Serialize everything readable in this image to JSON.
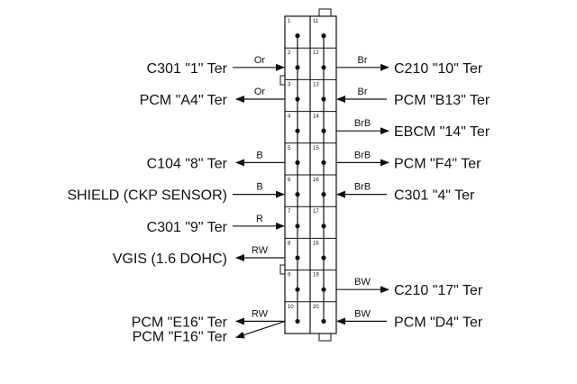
{
  "connector": {
    "left_pins": [
      "1",
      "2",
      "3",
      "4",
      "5",
      "6",
      "7",
      "8",
      "9",
      "10"
    ],
    "right_pins": [
      "11",
      "12",
      "13",
      "14",
      "15",
      "16",
      "17",
      "18",
      "19",
      "20"
    ]
  },
  "left_connections": [
    {
      "pin": "2",
      "label": "C301 \"1\" Ter",
      "wire": "Or",
      "direction": "in"
    },
    {
      "pin": "3",
      "label": "PCM \"A4\" Ter",
      "wire": "Or",
      "direction": "out"
    },
    {
      "pin": "5",
      "label": "C104 \"8\" Ter",
      "wire": "B",
      "direction": "out"
    },
    {
      "pin": "6",
      "label": "SHIELD (CKP SENSOR)",
      "wire": "B",
      "direction": "in"
    },
    {
      "pin": "7",
      "label": "C301 \"9\" Ter",
      "wire": "R",
      "direction": "in"
    },
    {
      "pin": "8",
      "label": "VGIS (1.6 DOHC)",
      "wire": "RW",
      "direction": "out"
    },
    {
      "pin": "10",
      "label": "PCM \"E16\" Ter",
      "wire": "RW",
      "direction": "out"
    },
    {
      "pin": "10",
      "label": "PCM \"F16\" Ter",
      "wire": "",
      "direction": "out"
    }
  ],
  "right_connections": [
    {
      "pin": "12",
      "label": "C210 \"10\" Ter",
      "wire": "Br",
      "direction": "out"
    },
    {
      "pin": "13",
      "label": "PCM \"B13\" Ter",
      "wire": "Br",
      "direction": "in"
    },
    {
      "pin": "14",
      "label": "EBCM \"14\" Ter",
      "wire": "BrB",
      "direction": "out"
    },
    {
      "pin": "15",
      "label": "PCM \"F4\" Ter",
      "wire": "BrB",
      "direction": "out"
    },
    {
      "pin": "16",
      "label": "C301 \"4\" Ter",
      "wire": "BrB",
      "direction": "in"
    },
    {
      "pin": "19",
      "label": "C210 \"17\" Ter",
      "wire": "BW",
      "direction": "out"
    },
    {
      "pin": "20",
      "label": "PCM \"D4\" Ter",
      "wire": "BW",
      "direction": "in"
    }
  ]
}
